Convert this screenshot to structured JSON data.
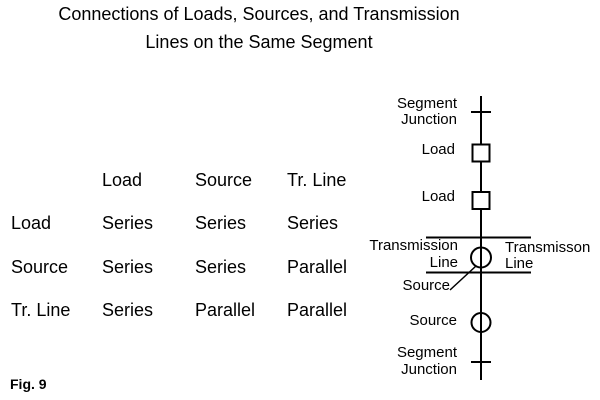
{
  "title": {
    "line1": "Connections of Loads, Sources, and Transmission",
    "line2": "Lines on the Same Segment"
  },
  "matrix_table": {
    "column_headers": [
      "Load",
      "Source",
      "Tr. Line"
    ],
    "rows": [
      {
        "label": "Load",
        "values": [
          "Series",
          "Series",
          "Series"
        ]
      },
      {
        "label": "Source",
        "values": [
          "Series",
          "Series",
          "Parallel"
        ]
      },
      {
        "label": "Tr. Line",
        "values": [
          "Series",
          "Parallel",
          "Parallel"
        ]
      }
    ]
  },
  "diagram": {
    "top_junction": {
      "line1": "Segment",
      "line2": "Junction"
    },
    "load1_label": "Load",
    "load2_label": "Load",
    "left_transmission": {
      "line1": "Transmission",
      "line2": "Line"
    },
    "right_transmission": {
      "line1": "Transmisson",
      "line2": "Line"
    },
    "source1_label": "Source",
    "source2_label": "Source",
    "bottom_junction": {
      "line1": "Segment",
      "line2": "Junction"
    }
  },
  "figure_caption": "Fig. 9",
  "colors": {
    "ink": "#000000",
    "background": "#ffffff"
  }
}
